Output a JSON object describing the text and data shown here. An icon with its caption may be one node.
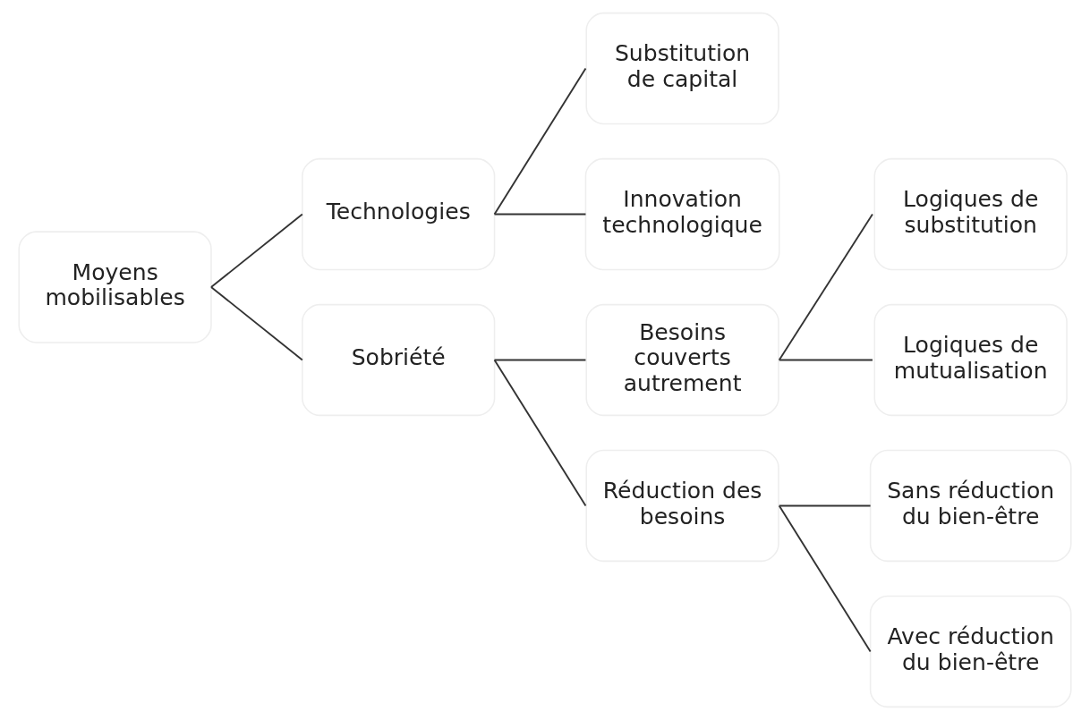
{
  "diagram": {
    "nodes": [
      {
        "text": [
          "Moyens mobilisables"
        ]
      },
      {
        "text": [
          "Technologies"
        ]
      },
      {
        "text": [
          "Substitution de capital"
        ]
      },
      {
        "text": [
          "Innovation technologique"
        ]
      },
      {
        "text": [
          "Sobriété"
        ]
      },
      {
        "text": [
          "Besoins couverts autrement"
        ]
      },
      {
        "text": [
          "Logiques de substitution"
        ]
      },
      {
        "text": [
          "Logiques de mutualisation"
        ]
      },
      {
        "text": [
          "Réduction des besoins"
        ]
      },
      {
        "text": [
          "Sans réduction du bien-être"
        ]
      },
      {
        "text": [
          "Avec réduction du bien-être"
        ]
      }
    ],
    "edges": [
      {
        "from": 0,
        "to": 1,
        "arrow": "none"
      },
      {
        "from": 0,
        "to": 4,
        "arrow": "none"
      },
      {
        "from": 1,
        "to": 2,
        "arrow": "none"
      },
      {
        "from": 1,
        "to": 3,
        "arrow": "none"
      },
      {
        "from": 4,
        "to": 5,
        "arrow": "none"
      },
      {
        "from": 4,
        "to": 8,
        "arrow": "none"
      },
      {
        "from": 5,
        "to": 6,
        "arrow": "none"
      },
      {
        "from": 5,
        "to": 7,
        "arrow": "none"
      },
      {
        "from": 8,
        "to": 9,
        "arrow": "none"
      },
      {
        "from": 8,
        "to": 10,
        "arrow": "none"
      }
    ]
  }
}
